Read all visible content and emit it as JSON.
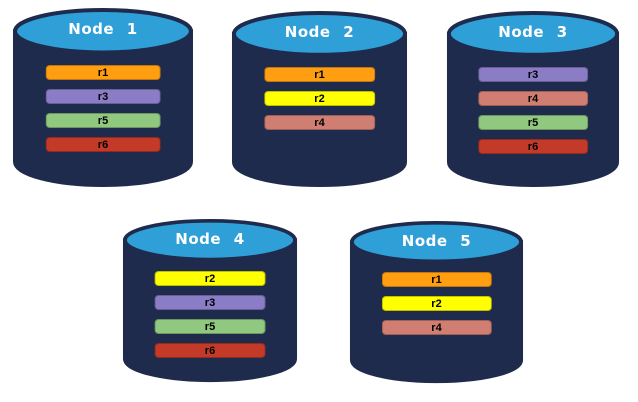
{
  "colors": {
    "cylinder_body": "#1F2B4D",
    "cylinder_top": "#2F9FD8",
    "title_text": "#FFFFFF",
    "bar_text": "#000000",
    "background": "#FFFFFF"
  },
  "replica_colors": {
    "r1": "#FF9E10",
    "r2": "#FFFF00",
    "r3": "#8B7CC6",
    "r4": "#D07E72",
    "r5": "#8FC87E",
    "r6": "#C33A28"
  },
  "nodes": [
    {
      "title": "Node 1",
      "replicas": [
        "r1",
        "r3",
        "r5",
        "r6"
      ]
    },
    {
      "title": "Node 2",
      "replicas": [
        "r1",
        "r2",
        "r4"
      ]
    },
    {
      "title": "Node 3",
      "replicas": [
        "r3",
        "r4",
        "r5",
        "r6"
      ]
    },
    {
      "title": "Node 4",
      "replicas": [
        "r2",
        "r3",
        "r5",
        "r6"
      ]
    },
    {
      "title": "Node 5",
      "replicas": [
        "r1",
        "r2",
        "r4"
      ]
    }
  ]
}
